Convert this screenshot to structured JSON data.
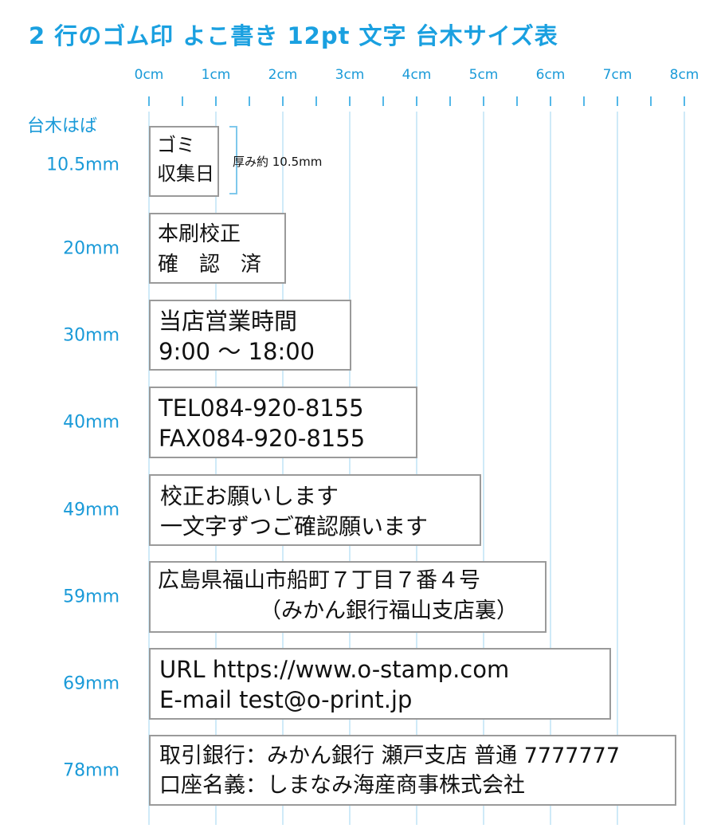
{
  "title": "2 行のゴム印 よこ書き 12pt 文字 台木サイズ表",
  "ruler": {
    "labels": [
      "0cm",
      "1cm",
      "2cm",
      "3cm",
      "4cm",
      "5cm",
      "6cm",
      "7cm",
      "8cm"
    ]
  },
  "header_label": "台木はば",
  "thickness_note": "厚み約 10.5mm",
  "stamps": [
    {
      "size": "10.5mm",
      "line1": "ゴミ",
      "line2": "収集日"
    },
    {
      "size": "20mm",
      "line1": "本刷校正",
      "line2": "確　認　済"
    },
    {
      "size": "30mm",
      "line1": "当店営業時間",
      "line2": "9:00 ～ 18:00"
    },
    {
      "size": "40mm",
      "line1": "TEL084-920-8155",
      "line2": "FAX084-920-8155"
    },
    {
      "size": "49mm",
      "line1": "校正お願いします",
      "line2": "一文字ずつご確認願います"
    },
    {
      "size": "59mm",
      "line1": "広島県福山市船町７丁目７番４号",
      "line2": "（みかん銀行福山支店裏）"
    },
    {
      "size": "69mm",
      "line1": "URL https://www.o-stamp.com",
      "line2": "E-mail test@o-print.jp"
    },
    {
      "size": "78mm",
      "line1": "取引銀行：みかん銀行 瀬戸支店 普通 7777777",
      "line2": "口座名義：しまなみ海産商事株式会社"
    }
  ],
  "colors": {
    "accent": "#1aa0e0",
    "grid": "#bfe3f5",
    "border": "#9a9a9a"
  }
}
